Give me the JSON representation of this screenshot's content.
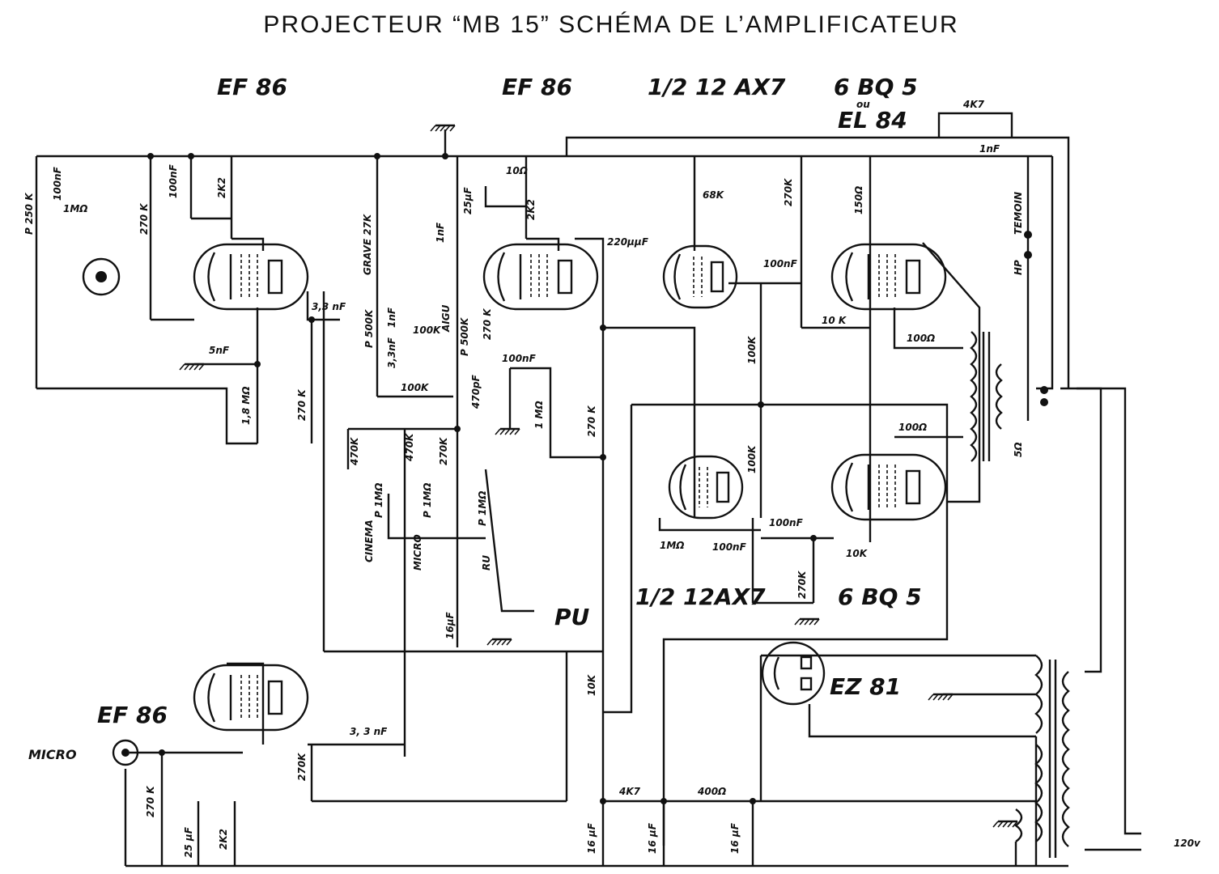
{
  "title": "PROJECTEUR “MB 15” SCHÉMA DE L’AMPLIFICATEUR",
  "tubes": {
    "v1": "EF 86",
    "v2": "EF 86",
    "v3": "1/2 12 AX7",
    "v4": "6 BQ 5",
    "v4_ou": "ou",
    "v4_alt": "EL 84",
    "v5": "EF 86",
    "v6": "1/2 12AX7",
    "v7": "6 BQ 5",
    "v8": "EZ 81"
  },
  "labels": {
    "p250k": "P 250 K",
    "c100nf_a": "100nF",
    "r1m_a": "1MΩ",
    "r270k_a": "270 K",
    "c100nf_b": "100nF",
    "r2k2_a": "2K2",
    "c5nf": "5nF",
    "r1_8m": "1,8 MΩ",
    "c3_3nf_a": "3,3 nF",
    "r270k_b": "270 K",
    "grave": "GRAVE 27K",
    "p500k_a": "P 500K",
    "c1nf_a": "1nF",
    "c3_3nf_b": "3,3nF",
    "r100k_a": "100K",
    "aigu": "AIGU",
    "c1nf_b": "1nF",
    "p500k_b": "P 500K",
    "r270k_c": "270 K",
    "c470pf": "470pF",
    "r100k_b": "100K",
    "c25uf_a": "25µF",
    "r10_a": "10Ω",
    "r2k2_b": "2K2",
    "c220pf": "220µµF",
    "c100nf_c": "100nF",
    "r1m_b": "1 MΩ",
    "r270k_d": "270 K",
    "r470k": "470K",
    "p1m_a": "P 1MΩ",
    "cinema": "CINEMA",
    "r470k_b": "470K",
    "p1m_b": "P 1MΩ",
    "micro_sel": "MICRO",
    "r270k_e": "270K",
    "p1m_c": "P 1MΩ",
    "ru": "RU",
    "pu": "PU",
    "c16uf_a": "16µF",
    "r68k": "68K",
    "r270k_f": "270K",
    "c100nf_d": "100nF",
    "r100k_c": "100K",
    "r100k_d": "100K",
    "r10k_a": "10 K",
    "r150": "150Ω",
    "r100_a": "100Ω",
    "r100_b": "100Ω",
    "r4k7_a": "4K7",
    "c1nf_c": "1nF",
    "temoin": "TEMOIN",
    "hp": "HP",
    "r5": "5Ω",
    "r1m_c": "1MΩ",
    "c100nf_e": "100nF",
    "c100nf_f": "100nF",
    "r10k_b": "10K",
    "r270k_g": "270K",
    "micro_in": "MICRO",
    "r270k_h": "270 K",
    "c25uf_b": "25 µF",
    "r2k2_c": "2K2",
    "c3_3nf_c": "3, 3 nF",
    "r270k_i": "270K",
    "r10k_c": "10K",
    "r4k7_b": "4K7",
    "r400": "400Ω",
    "c16uf_b": "16 µF",
    "c16uf_c": "16 µF",
    "c16uf_d": "16 µF",
    "v120": "120v"
  }
}
